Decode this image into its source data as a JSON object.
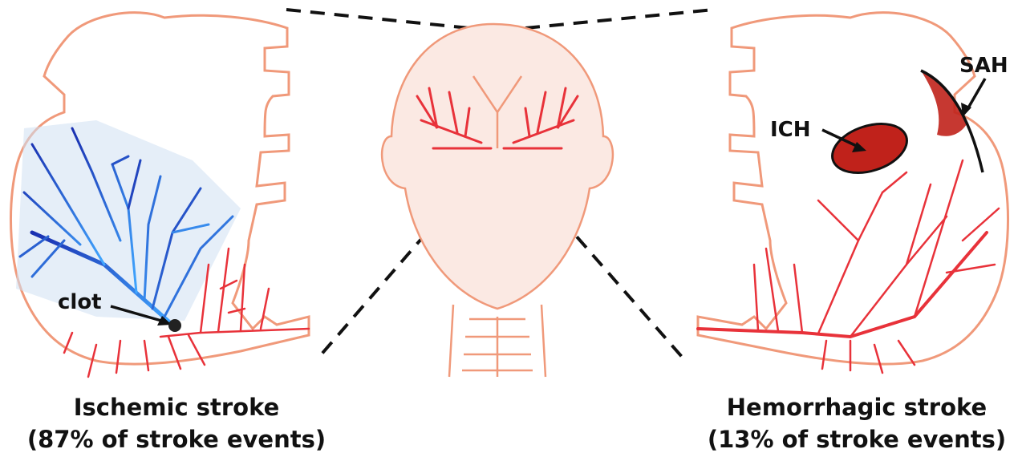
{
  "labels": {
    "clot": "clot",
    "ich": "ICH",
    "sah": "SAH"
  },
  "captions": {
    "ischemic_title": "Ischemic stroke",
    "ischemic_sub": "(87% of stroke events)",
    "hemorrhagic_title": "Hemorrhagic stroke",
    "hemorrhagic_sub": "(13% of stroke events)"
  },
  "colors": {
    "outline": "#f0997a",
    "artery": "#e8323a",
    "blocked_artery": "#2f4fd0",
    "clot": "#222222",
    "bleed": "#c0221b",
    "head_fill": "#fbe9e3"
  }
}
